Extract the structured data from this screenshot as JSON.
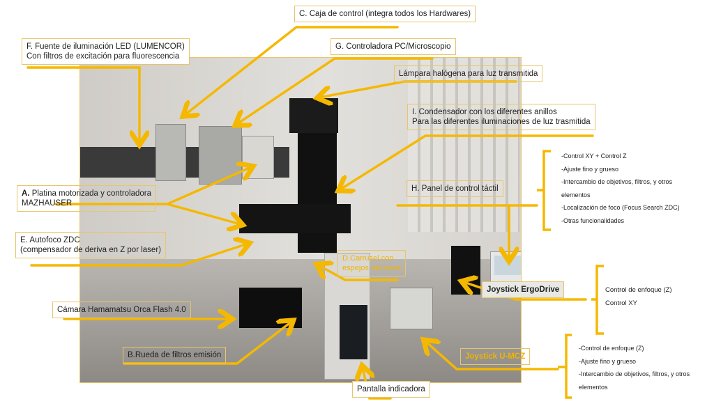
{
  "diagram": {
    "accent_color": "#f5b800",
    "labels": {
      "C": "C. Caja de control (integra todos los Hardwares)",
      "F_line1": "F. Fuente de iluminación LED (LUMENCOR)",
      "F_line2": "Con filtros de excitación para fluorescencia",
      "G": "G. Controladora PC/Microscopio",
      "lampara": "Lámpara halógena para luz transmitida",
      "I_line1": "I. Condensador con los diferentes anillos",
      "I_line2": "Para las diferentes iluminaciones de luz trasmitida",
      "A_prefix": "A.",
      "A_line1": " Platina motorizada y controladora",
      "A_line2": "MAZHAUSER",
      "E_line1": "E. Autofoco ZDC",
      "E_line2": "(compensador de deriva en Z por laser)",
      "H": "H. Panel de control táctil",
      "D_line1": "D.Carrusel con",
      "D_line2": "espejos dicroicos",
      "camara": "Cámara Hamamatsu Orca Flash 4.0",
      "B": "B.Rueda de filtros emisión",
      "ergodrive": "Joystick ErgoDrive",
      "umcz": "Joystick U-MCZ",
      "pantalla": "Pantalla indicadora"
    },
    "panel_features": [
      "-Control XY + Control Z",
      "-Ajuste fino y grueso",
      "-Intercambio de objetivos, filtros, y otros",
      "elementos",
      "-Localización de foco (Focus Search ZDC)",
      "-Otras funcionalidades"
    ],
    "ergodrive_features": [
      "Control de enfoque (Z)",
      "Control XY"
    ],
    "umcz_features": [
      "-Control de enfoque (Z)",
      "-Ajuste fino y grueso",
      "-Intercambio de objetivos, filtros, y otros",
      "elementos"
    ]
  }
}
